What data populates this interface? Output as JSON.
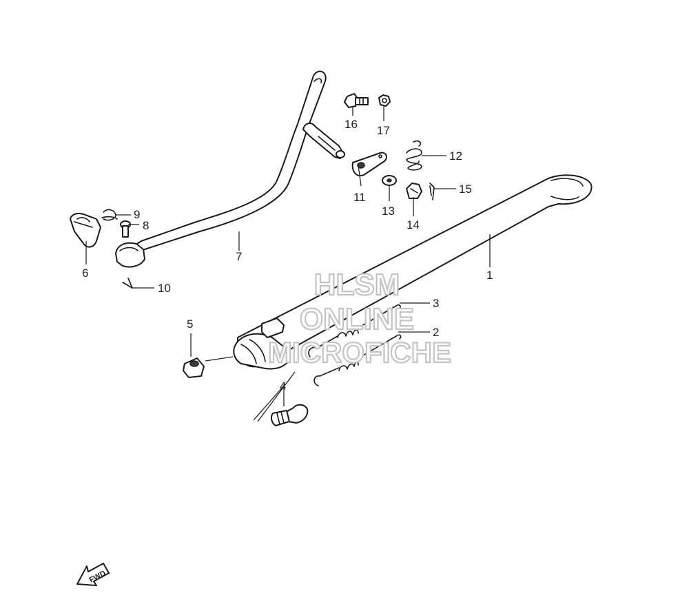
{
  "callouts": [
    {
      "id": "1",
      "text": "1"
    },
    {
      "id": "2",
      "text": "2"
    },
    {
      "id": "3",
      "text": "3"
    },
    {
      "id": "4",
      "text": "4"
    },
    {
      "id": "5",
      "text": "5"
    },
    {
      "id": "6",
      "text": "6"
    },
    {
      "id": "7",
      "text": "7"
    },
    {
      "id": "8",
      "text": "8"
    },
    {
      "id": "9",
      "text": "9"
    },
    {
      "id": "10",
      "text": "10"
    },
    {
      "id": "11",
      "text": "11"
    },
    {
      "id": "12",
      "text": "12"
    },
    {
      "id": "13",
      "text": "13"
    },
    {
      "id": "14",
      "text": "14"
    },
    {
      "id": "15",
      "text": "15"
    },
    {
      "id": "16",
      "text": "16"
    },
    {
      "id": "17",
      "text": "17"
    }
  ],
  "watermark": {
    "line1": "HLSM",
    "line2": "ONLINE",
    "line3": "MICROFICHE"
  },
  "fwd_label": "FWD"
}
